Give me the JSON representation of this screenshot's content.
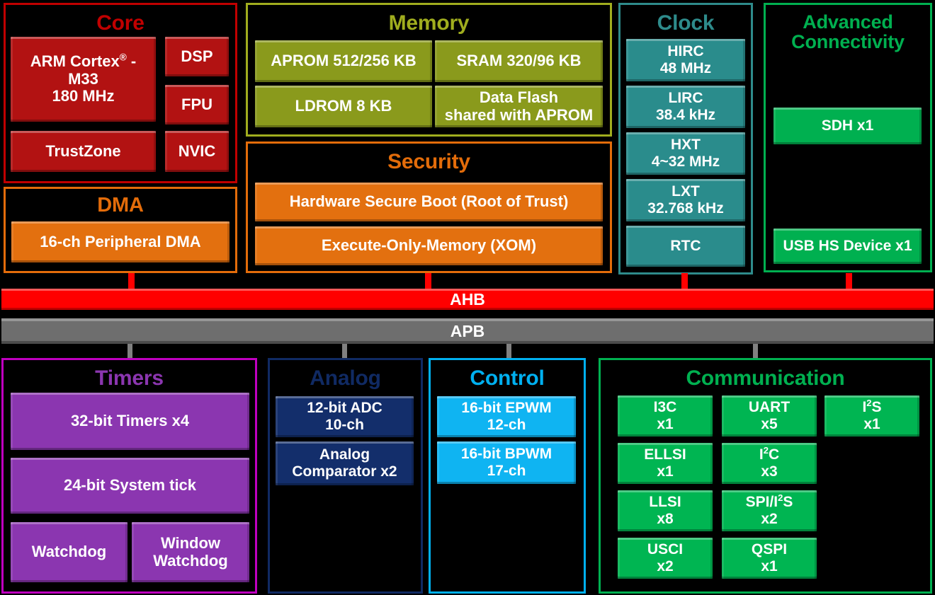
{
  "diagram": {
    "title": "Microcontroller Block Diagram",
    "colors": {
      "core": "#C00000",
      "core_border": "#C00000",
      "memory": "#94A11B",
      "memory_border": "#A0AD1E",
      "clock": "#2A8C8C",
      "clock_border": "#2E8B8B",
      "advanced": "#00B050",
      "advanced_border": "#00B050",
      "dma": "#E36C0A",
      "security": "#E36C0A",
      "timers": "#8B36B0",
      "timers_border": "#C000C0",
      "analog": "#102A63",
      "analog_border": "#102A63",
      "control": "#00B0F0",
      "control_border": "#00B0F0",
      "communication": "#00B050",
      "ahb": "#FF0000",
      "apb": "#6E6E6E",
      "background": "#000000"
    }
  },
  "core": {
    "title": "Core",
    "blocks": [
      {
        "name": "cpu",
        "lines": [
          "ARM Cortex® -",
          "M33",
          "180 MHz"
        ]
      },
      {
        "name": "dsp",
        "lines": [
          "DSP"
        ]
      },
      {
        "name": "fpu",
        "lines": [
          "FPU"
        ]
      },
      {
        "name": "trustzone",
        "lines": [
          "TrustZone"
        ]
      },
      {
        "name": "nvic",
        "lines": [
          "NVIC"
        ]
      }
    ]
  },
  "dma": {
    "title": "DMA",
    "blocks": [
      {
        "name": "peripheral-dma",
        "lines": [
          "16-ch Peripheral DMA"
        ]
      }
    ]
  },
  "memory": {
    "title": "Memory",
    "blocks": [
      {
        "name": "aprom",
        "lines": [
          "APROM 512/256 KB"
        ]
      },
      {
        "name": "sram",
        "lines": [
          "SRAM 320/96 KB"
        ]
      },
      {
        "name": "ldrom",
        "lines": [
          "LDROM 8 KB"
        ]
      },
      {
        "name": "data-flash",
        "lines": [
          "Data Flash",
          "shared with APROM"
        ]
      }
    ]
  },
  "security": {
    "title": "Security",
    "blocks": [
      {
        "name": "secure-boot",
        "lines": [
          "Hardware Secure Boot (Root of Trust)"
        ]
      },
      {
        "name": "xom",
        "lines": [
          "Execute-Only-Memory (XOM)"
        ]
      }
    ]
  },
  "clock": {
    "title": "Clock",
    "blocks": [
      {
        "name": "hirc",
        "lines": [
          "HIRC",
          "48 MHz"
        ]
      },
      {
        "name": "lirc",
        "lines": [
          "LIRC",
          "38.4 kHz"
        ]
      },
      {
        "name": "hxt",
        "lines": [
          "HXT",
          "4~32 MHz"
        ]
      },
      {
        "name": "lxt",
        "lines": [
          "LXT",
          "32.768 kHz"
        ]
      },
      {
        "name": "rtc",
        "lines": [
          "RTC"
        ]
      }
    ]
  },
  "advanced_connectivity": {
    "title": "Advanced Connectivity",
    "title_lines": [
      "Advanced",
      "Connectivity"
    ],
    "blocks": [
      {
        "name": "sdh",
        "lines": [
          "SDH x1"
        ]
      },
      {
        "name": "usb-hs-device",
        "lines": [
          "USB HS Device x1"
        ]
      }
    ]
  },
  "buses": {
    "ahb": {
      "label": "AHB"
    },
    "apb": {
      "label": "APB"
    }
  },
  "timers": {
    "title": "Timers",
    "blocks": [
      {
        "name": "timers-32bit",
        "lines": [
          "32-bit Timers x4"
        ]
      },
      {
        "name": "systick",
        "lines": [
          "24-bit System  tick"
        ]
      },
      {
        "name": "watchdog",
        "lines": [
          "Watchdog"
        ]
      },
      {
        "name": "window-watchdog",
        "lines": [
          "Window",
          "Watchdog"
        ]
      }
    ]
  },
  "analog": {
    "title": "Analog",
    "blocks": [
      {
        "name": "adc",
        "lines": [
          "12-bit ADC",
          "10-ch"
        ]
      },
      {
        "name": "comparator",
        "lines": [
          "Analog",
          "Comparator x2"
        ]
      }
    ]
  },
  "control": {
    "title": "Control",
    "blocks": [
      {
        "name": "epwm",
        "lines": [
          "16-bit EPWM",
          "12-ch"
        ]
      },
      {
        "name": "bpwm",
        "lines": [
          "16-bit BPWM",
          "17-ch"
        ]
      }
    ]
  },
  "communication": {
    "title": "Communication",
    "blocks": [
      {
        "name": "i3c",
        "lines": [
          "I3C",
          "x1"
        ]
      },
      {
        "name": "uart",
        "lines": [
          "UART",
          "x5"
        ]
      },
      {
        "name": "i2s",
        "lines": [
          "I<sup>2</sup>S",
          "x1"
        ],
        "html": true
      },
      {
        "name": "ellsi",
        "lines": [
          "ELLSI",
          "x1"
        ]
      },
      {
        "name": "i2c",
        "lines": [
          "I<sup>2</sup>C",
          "x3"
        ],
        "html": true
      },
      {
        "name": "llsi",
        "lines": [
          "LLSI",
          "x8"
        ]
      },
      {
        "name": "spi-i2s",
        "lines": [
          "SPI/I<sup>2</sup>S",
          "x2"
        ],
        "html": true
      },
      {
        "name": "usci",
        "lines": [
          "USCI",
          "x2"
        ]
      },
      {
        "name": "qspi",
        "lines": [
          "QSPI",
          "x1"
        ]
      }
    ]
  }
}
